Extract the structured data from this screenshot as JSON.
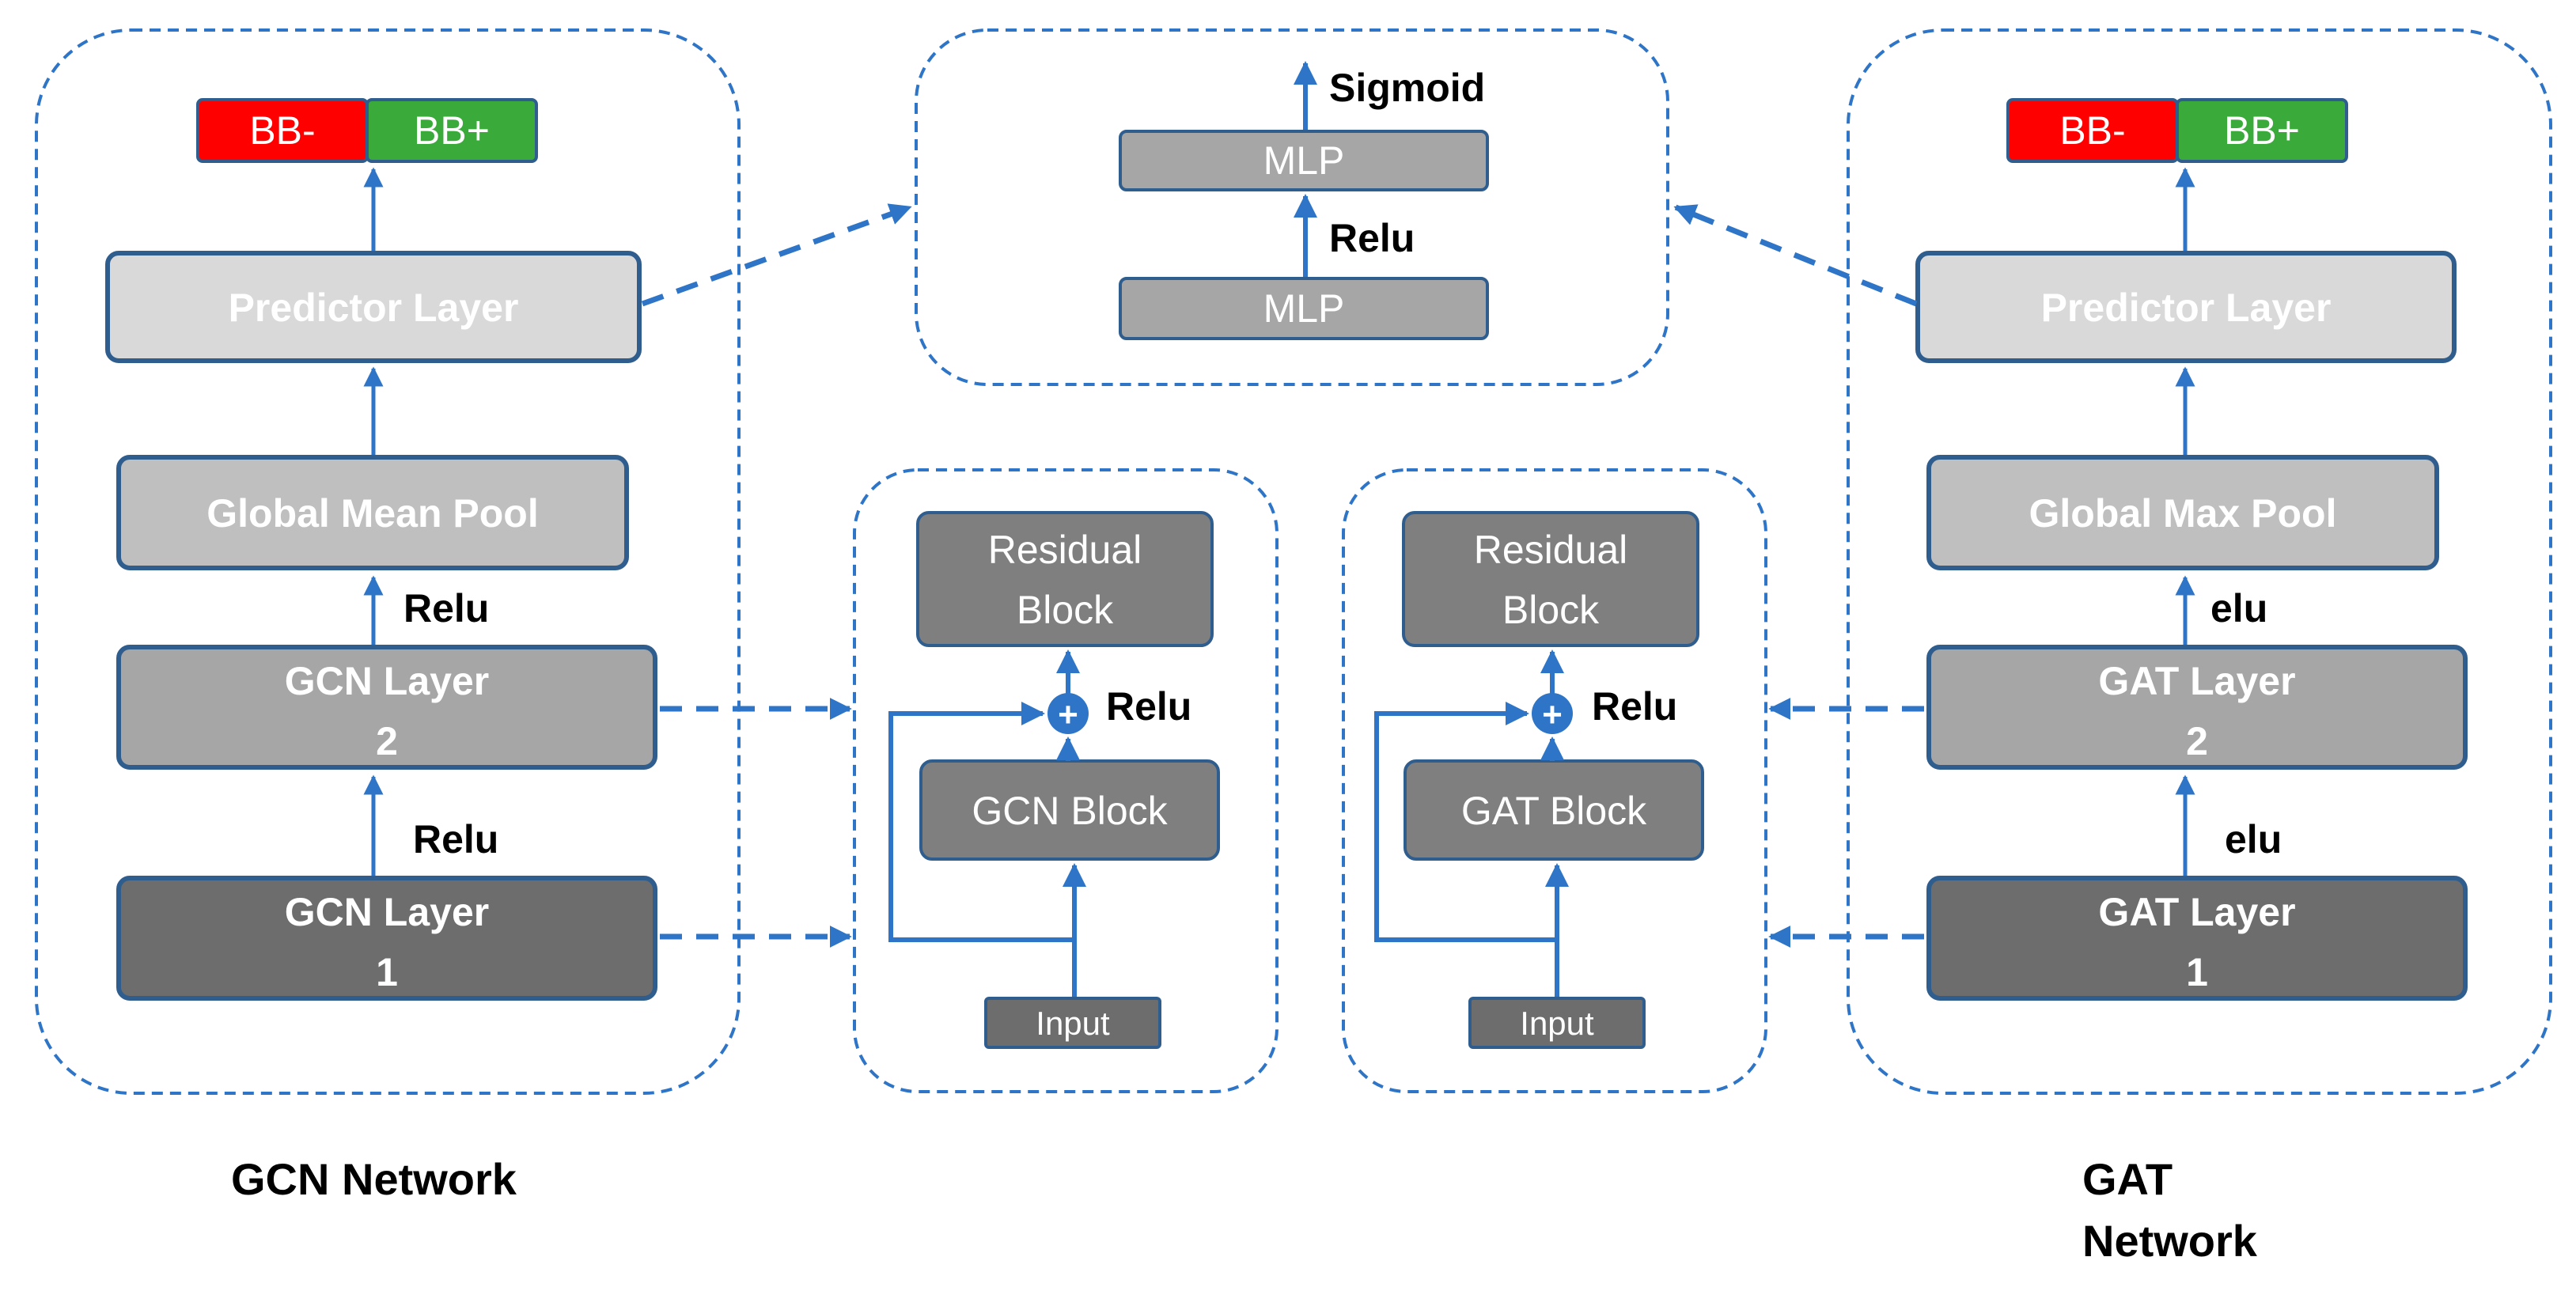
{
  "colors": {
    "accent_blue": "#2e75c7",
    "border_blue": "#2f5e8e",
    "neg_red": "#ff0000",
    "pos_green": "#3aab3a",
    "box_light": "#d9d9d9",
    "box_mid": "#bfbfbf",
    "box_gray": "#a6a6a6",
    "box_dark": "#7f7f7f",
    "box_darker": "#6d6d6d"
  },
  "gcn_network": {
    "caption": "GCN Network",
    "output_neg": "BB-",
    "output_pos": "BB+",
    "predictor": "Predictor Layer",
    "pool": "Global Mean Pool",
    "act_pool": "Relu",
    "layer2_line1": "GCN Layer",
    "layer2_line2": "2",
    "act_layer2": "Relu",
    "layer1_line1": "GCN Layer",
    "layer1_line2": "1"
  },
  "gat_network": {
    "caption_line1": "GAT",
    "caption_line2": "Network",
    "output_neg": "BB-",
    "output_pos": "BB+",
    "predictor": "Predictor Layer",
    "pool": "Global Max Pool",
    "act_pool": "elu",
    "layer2_line1": "GAT Layer",
    "layer2_line2": "2",
    "act_layer2": "elu",
    "layer1_line1": "GAT Layer",
    "layer1_line2": "1"
  },
  "predictor_detail": {
    "act_top": "Sigmoid",
    "mlp_top": "MLP",
    "act_mid": "Relu",
    "mlp_bottom": "MLP"
  },
  "gcn_block_detail": {
    "residual_line1": "Residual",
    "residual_line2": "Block",
    "act": "Relu",
    "block": "GCN Block",
    "input": "Input"
  },
  "gat_block_detail": {
    "residual_line1": "Residual",
    "residual_line2": "Block",
    "act": "Relu",
    "block": "GAT Block",
    "input": "Input"
  }
}
